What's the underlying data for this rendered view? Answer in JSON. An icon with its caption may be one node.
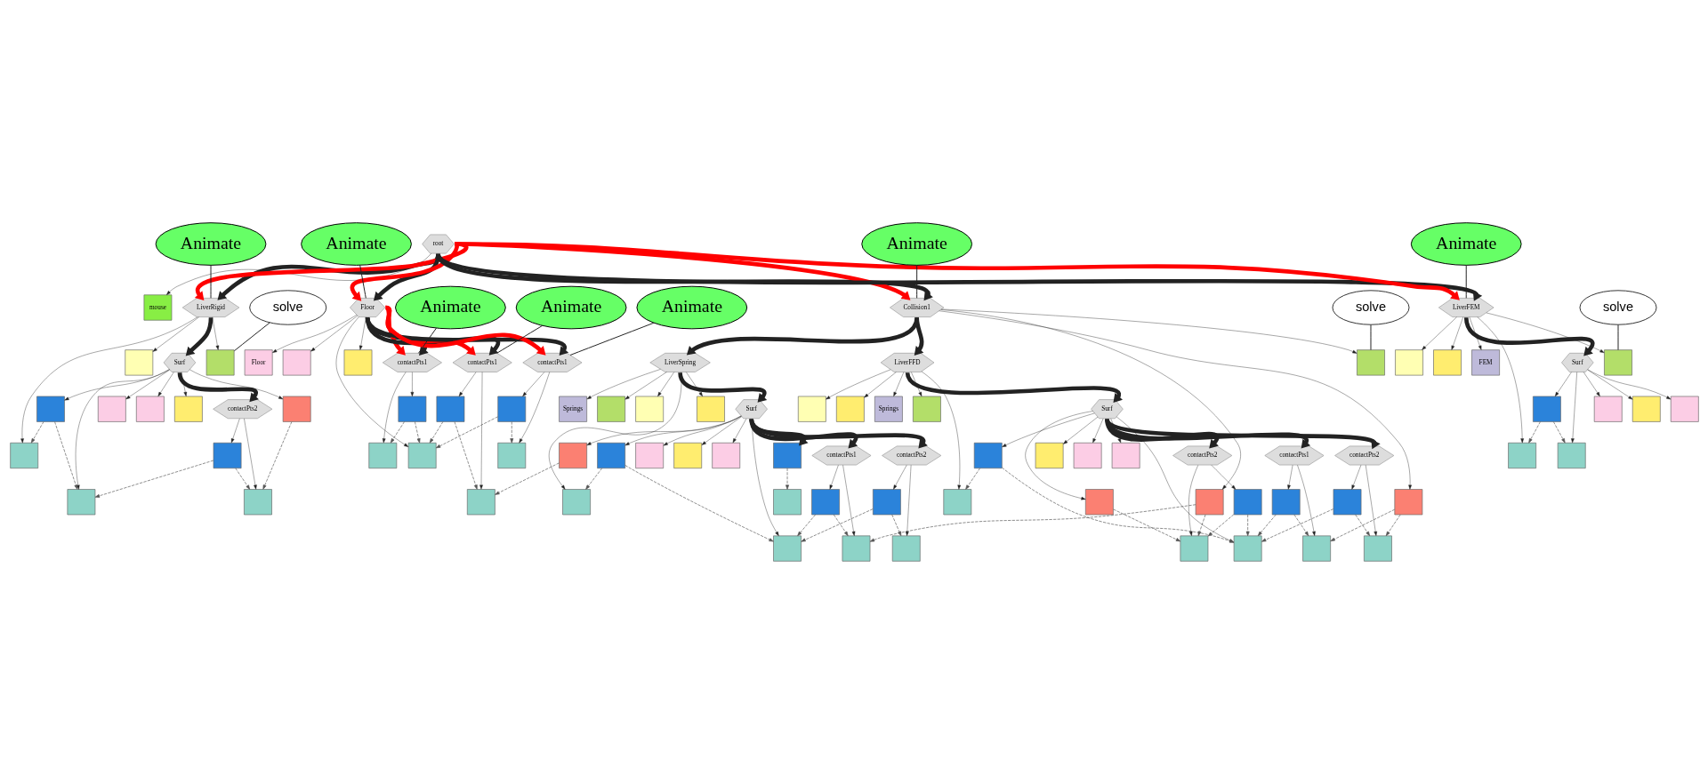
{
  "diagram": {
    "nodes": [
      {
        "text": [
          "root"
        ]
      },
      {
        "text": [
          "mouse"
        ]
      },
      {
        "text": [
          "LiverRigid"
        ]
      },
      {
        "text": [
          "Floor"
        ]
      },
      {
        "text": [
          "Collision1"
        ]
      },
      {
        "text": [
          "LiverFEM"
        ]
      },
      {
        "text": [
          "Animate"
        ]
      },
      {
        "text": [
          "Animate"
        ]
      },
      {
        "text": [
          "Animate"
        ]
      },
      {
        "text": [
          "Animate"
        ]
      },
      {
        "text": [],
        "shape": "box"
      },
      {
        "text": [],
        "shape": "box"
      },
      {
        "text": [],
        "shape": "box"
      },
      {
        "text": [
          "solve"
        ]
      },
      {
        "text": [
          "Surf"
        ]
      },
      {
        "text": [],
        "shape": "box"
      },
      {
        "text": [],
        "shape": "box"
      },
      {
        "text": [],
        "shape": "box"
      },
      {
        "text": [],
        "shape": "box"
      },
      {
        "text": [],
        "shape": "box"
      },
      {
        "text": [
          "contactPts2"
        ]
      },
      {
        "text": [],
        "shape": "box"
      },
      {
        "text": [],
        "shape": "box"
      },
      {
        "text": [],
        "shape": "box"
      },
      {
        "text": [
          "Floor"
        ]
      },
      {
        "text": [],
        "shape": "box"
      },
      {
        "text": [],
        "shape": "box"
      },
      {
        "text": [],
        "shape": "box"
      },
      {
        "text": [
          "contactPts1"
        ]
      },
      {
        "text": [
          "contactPts1"
        ]
      },
      {
        "text": [
          "contactPts1"
        ]
      },
      {
        "text": [],
        "shape": "box"
      },
      {
        "text": [],
        "shape": "box"
      },
      {
        "text": [],
        "shape": "box"
      },
      {
        "text": [],
        "shape": "box"
      },
      {
        "text": [],
        "shape": "box"
      },
      {
        "text": [],
        "shape": "box"
      },
      {
        "text": [
          "Animate"
        ]
      },
      {
        "text": [
          "Animate"
        ]
      },
      {
        "text": [
          "Animate"
        ]
      },
      {
        "text": [],
        "shape": "box"
      },
      {
        "text": [
          "solve"
        ]
      },
      {
        "text": [
          "LiverSpring"
        ]
      },
      {
        "text": [
          "LiverFFD"
        ]
      },
      {
        "text": [],
        "shape": "box"
      },
      {
        "text": [],
        "shape": "box"
      },
      {
        "text": [
          "Springs"
        ]
      },
      {
        "text": [],
        "shape": "box"
      },
      {
        "text": [],
        "shape": "box"
      },
      {
        "text": [],
        "shape": "box"
      },
      {
        "text": [],
        "shape": "box"
      },
      {
        "text": [
          "Surf"
        ]
      },
      {
        "text": [],
        "shape": "box"
      },
      {
        "text": [],
        "shape": "box"
      },
      {
        "text": [],
        "shape": "box"
      },
      {
        "text": [],
        "shape": "box"
      },
      {
        "text": [],
        "shape": "box"
      },
      {
        "text": [],
        "shape": "box"
      },
      {
        "text": [],
        "shape": "box"
      },
      {
        "text": [
          "contactPts1"
        ]
      },
      {
        "text": [],
        "shape": "box"
      },
      {
        "text": [],
        "shape": "box"
      },
      {
        "text": [
          "contactPts2"
        ]
      },
      {
        "text": [],
        "shape": "box"
      },
      {
        "text": [],
        "shape": "box"
      },
      {
        "text": [],
        "shape": "box"
      },
      {
        "text": [],
        "shape": "box"
      },
      {
        "text": [],
        "shape": "box"
      },
      {
        "text": [
          "Springs"
        ]
      },
      {
        "text": [],
        "shape": "box"
      },
      {
        "text": [],
        "shape": "box"
      },
      {
        "text": [
          "Surf"
        ]
      },
      {
        "text": [],
        "shape": "box"
      },
      {
        "text": [],
        "shape": "box"
      },
      {
        "text": [],
        "shape": "box"
      },
      {
        "text": [],
        "shape": "box"
      },
      {
        "text": [],
        "shape": "box"
      },
      {
        "text": [],
        "shape": "box"
      },
      {
        "text": [
          "contactPts2"
        ]
      },
      {
        "text": [],
        "shape": "box"
      },
      {
        "text": [
          "contactPts1"
        ]
      },
      {
        "text": [],
        "shape": "box"
      },
      {
        "text": [
          "contactPts2"
        ]
      },
      {
        "text": [],
        "shape": "box"
      },
      {
        "text": [],
        "shape": "box"
      },
      {
        "text": [],
        "shape": "box"
      },
      {
        "text": [],
        "shape": "box"
      },
      {
        "text": [],
        "shape": "box"
      },
      {
        "text": [],
        "shape": "box"
      },
      {
        "text": [
          "FEM"
        ]
      },
      {
        "text": [],
        "shape": "box"
      },
      {
        "text": [],
        "shape": "box"
      },
      {
        "text": [
          "solve"
        ]
      },
      {
        "text": [
          "Surf"
        ]
      },
      {
        "text": [],
        "shape": "box"
      },
      {
        "text": [],
        "shape": "box"
      },
      {
        "text": [],
        "shape": "box"
      },
      {
        "text": [],
        "shape": "box"
      },
      {
        "text": [],
        "shape": "box"
      }
    ],
    "edges": [
      {
        "from": 0,
        "to": 1,
        "arrow": "to"
      },
      {
        "from": 0,
        "to": 2,
        "arrow": "to",
        "style": "thick"
      },
      {
        "from": 0,
        "to": 3,
        "arrow": "to",
        "style": "thick"
      },
      {
        "from": 0,
        "to": 4,
        "arrow": "to",
        "style": "thick"
      },
      {
        "from": 0,
        "to": 5,
        "arrow": "to",
        "style": "thick"
      },
      {
        "from": 0,
        "to": 2,
        "arrow": "to",
        "style": "thick",
        "color": "#ff0000"
      },
      {
        "from": 0,
        "to": 3,
        "arrow": "to",
        "style": "thick",
        "color": "#ff0000"
      },
      {
        "from": 0,
        "to": 4,
        "arrow": "to",
        "style": "thick",
        "color": "#ff0000"
      },
      {
        "from": 0,
        "to": 5,
        "arrow": "to",
        "style": "thick",
        "color": "#ff0000"
      },
      {
        "from": 6,
        "to": 2,
        "arrow": "none"
      },
      {
        "from": 7,
        "to": 3,
        "arrow": "none"
      },
      {
        "from": 8,
        "to": 4,
        "arrow": "none"
      },
      {
        "from": 9,
        "to": 5,
        "arrow": "none"
      },
      {
        "from": 2,
        "to": 10,
        "arrow": "to"
      },
      {
        "from": 2,
        "to": 11,
        "arrow": "to"
      },
      {
        "from": 2,
        "to": 12,
        "arrow": "to"
      },
      {
        "from": 2,
        "to": 14,
        "arrow": "to",
        "style": "thick"
      },
      {
        "from": 13,
        "to": 12,
        "arrow": "none"
      },
      {
        "from": 14,
        "to": 15,
        "arrow": "to"
      },
      {
        "from": 14,
        "to": 16,
        "arrow": "to"
      },
      {
        "from": 14,
        "to": 17,
        "arrow": "to"
      },
      {
        "from": 14,
        "to": 18,
        "arrow": "to"
      },
      {
        "from": 14,
        "to": 19,
        "arrow": "to"
      },
      {
        "from": 14,
        "to": 20,
        "arrow": "to",
        "style": "thick"
      },
      {
        "from": 14,
        "to": 21,
        "arrow": "to"
      },
      {
        "from": 15,
        "to": 10,
        "arrow": "to",
        "style": "dashed"
      },
      {
        "from": 15,
        "to": 16,
        "arrow": "to",
        "style": "dashed"
      },
      {
        "from": 20,
        "to": 22,
        "arrow": "to"
      },
      {
        "from": 22,
        "to": 16,
        "arrow": "to",
        "style": "dashed"
      },
      {
        "from": 20,
        "to": 23,
        "arrow": "to"
      },
      {
        "from": 22,
        "to": 23,
        "arrow": "to",
        "style": "dashed"
      },
      {
        "from": 21,
        "to": 23,
        "arrow": "to",
        "style": "dashed"
      },
      {
        "from": 3,
        "to": 24,
        "arrow": "to"
      },
      {
        "from": 3,
        "to": 25,
        "arrow": "to"
      },
      {
        "from": 3,
        "to": 26,
        "arrow": "to"
      },
      {
        "from": 3,
        "to": 27,
        "arrow": "to"
      },
      {
        "from": 3,
        "to": 28,
        "arrow": "to",
        "style": "thick"
      },
      {
        "from": 3,
        "to": 29,
        "arrow": "to",
        "style": "thick"
      },
      {
        "from": 3,
        "to": 30,
        "arrow": "to",
        "style": "thick"
      },
      {
        "from": 3,
        "to": 28,
        "arrow": "to",
        "style": "thick",
        "color": "#ff0000"
      },
      {
        "from": 3,
        "to": 29,
        "arrow": "to",
        "style": "thick",
        "color": "#ff0000"
      },
      {
        "from": 3,
        "to": 30,
        "arrow": "to",
        "style": "thick",
        "color": "#ff0000"
      },
      {
        "from": 28,
        "to": 31,
        "arrow": "to"
      },
      {
        "from": 29,
        "to": 32,
        "arrow": "to"
      },
      {
        "from": 30,
        "to": 33,
        "arrow": "to"
      },
      {
        "from": 28,
        "to": 34,
        "arrow": "to"
      },
      {
        "from": 29,
        "to": 35,
        "arrow": "to"
      },
      {
        "from": 30,
        "to": 36,
        "arrow": "to"
      },
      {
        "from": 31,
        "to": 26,
        "arrow": "to",
        "style": "dashed"
      },
      {
        "from": 32,
        "to": 26,
        "arrow": "to",
        "style": "dashed"
      },
      {
        "from": 33,
        "to": 26,
        "arrow": "to",
        "style": "dashed"
      },
      {
        "from": 31,
        "to": 34,
        "arrow": "to",
        "style": "dashed"
      },
      {
        "from": 32,
        "to": 35,
        "arrow": "to",
        "style": "dashed"
      },
      {
        "from": 33,
        "to": 36,
        "arrow": "to",
        "style": "dashed"
      },
      {
        "from": 37,
        "to": 28,
        "arrow": "none"
      },
      {
        "from": 38,
        "to": 29,
        "arrow": "none"
      },
      {
        "from": 39,
        "to": 30,
        "arrow": "none"
      },
      {
        "from": 4,
        "to": 40,
        "arrow": "to"
      },
      {
        "from": 41,
        "to": 40,
        "arrow": "none"
      },
      {
        "from": 4,
        "to": 42,
        "arrow": "to",
        "style": "thick"
      },
      {
        "from": 4,
        "to": 43,
        "arrow": "to",
        "style": "thick"
      },
      {
        "from": 4,
        "to": 44,
        "arrow": "to"
      },
      {
        "from": 4,
        "to": 45,
        "arrow": "to"
      },
      {
        "from": 42,
        "to": 46,
        "arrow": "to"
      },
      {
        "from": 42,
        "to": 47,
        "arrow": "to"
      },
      {
        "from": 42,
        "to": 48,
        "arrow": "to"
      },
      {
        "from": 42,
        "to": 49,
        "arrow": "to"
      },
      {
        "from": 42,
        "to": 50,
        "arrow": "to"
      },
      {
        "from": 42,
        "to": 51,
        "arrow": "to",
        "style": "thick"
      },
      {
        "from": 51,
        "to": 52,
        "arrow": "to"
      },
      {
        "from": 51,
        "to": 53,
        "arrow": "to"
      },
      {
        "from": 51,
        "to": 54,
        "arrow": "to"
      },
      {
        "from": 51,
        "to": 55,
        "arrow": "to"
      },
      {
        "from": 51,
        "to": 56,
        "arrow": "to"
      },
      {
        "from": 51,
        "to": 57,
        "arrow": "to"
      },
      {
        "from": 51,
        "to": 58,
        "arrow": "to",
        "style": "thick"
      },
      {
        "from": 51,
        "to": 59,
        "arrow": "to",
        "style": "thick"
      },
      {
        "from": 51,
        "to": 62,
        "arrow": "to",
        "style": "thick"
      },
      {
        "from": 52,
        "to": 49,
        "arrow": "to",
        "style": "dashed"
      },
      {
        "from": 52,
        "to": 57,
        "arrow": "to",
        "style": "dashed"
      },
      {
        "from": 59,
        "to": 60,
        "arrow": "to"
      },
      {
        "from": 62,
        "to": 61,
        "arrow": "to"
      },
      {
        "from": 60,
        "to": 57,
        "arrow": "to",
        "style": "dashed"
      },
      {
        "from": 61,
        "to": 57,
        "arrow": "to",
        "style": "dashed"
      },
      {
        "from": 59,
        "to": 64,
        "arrow": "to"
      },
      {
        "from": 62,
        "to": 65,
        "arrow": "to"
      },
      {
        "from": 60,
        "to": 64,
        "arrow": "to",
        "style": "dashed"
      },
      {
        "from": 61,
        "to": 65,
        "arrow": "to",
        "style": "dashed"
      },
      {
        "from": 58,
        "to": 63,
        "arrow": "to",
        "style": "dashed"
      },
      {
        "from": 53,
        "to": 35,
        "arrow": "to",
        "style": "dashed"
      },
      {
        "from": 44,
        "to": 64,
        "arrow": "to",
        "style": "dashed"
      },
      {
        "from": 44,
        "to": 84,
        "arrow": "to",
        "style": "dashed"
      },
      {
        "from": 45,
        "to": 85,
        "arrow": "to",
        "style": "dashed"
      },
      {
        "from": 45,
        "to": 86,
        "arrow": "to",
        "style": "dashed"
      },
      {
        "from": 43,
        "to": 66,
        "arrow": "to"
      },
      {
        "from": 43,
        "to": 67,
        "arrow": "to"
      },
      {
        "from": 43,
        "to": 68,
        "arrow": "to"
      },
      {
        "from": 43,
        "to": 69,
        "arrow": "to"
      },
      {
        "from": 43,
        "to": 70,
        "arrow": "to"
      },
      {
        "from": 43,
        "to": 71,
        "arrow": "to",
        "style": "thick"
      },
      {
        "from": 71,
        "to": 72,
        "arrow": "to"
      },
      {
        "from": 71,
        "to": 73,
        "arrow": "to"
      },
      {
        "from": 71,
        "to": 74,
        "arrow": "to"
      },
      {
        "from": 71,
        "to": 75,
        "arrow": "to"
      },
      {
        "from": 71,
        "to": 76,
        "arrow": "to"
      },
      {
        "from": 71,
        "to": 77,
        "arrow": "to"
      },
      {
        "from": 71,
        "to": 78,
        "arrow": "to",
        "style": "thick"
      },
      {
        "from": 71,
        "to": 80,
        "arrow": "to",
        "style": "thick"
      },
      {
        "from": 71,
        "to": 82,
        "arrow": "to",
        "style": "thick"
      },
      {
        "from": 72,
        "to": 70,
        "arrow": "to",
        "style": "dashed"
      },
      {
        "from": 72,
        "to": 77,
        "arrow": "to",
        "style": "dashed"
      },
      {
        "from": 78,
        "to": 79,
        "arrow": "to"
      },
      {
        "from": 80,
        "to": 81,
        "arrow": "to"
      },
      {
        "from": 82,
        "to": 83,
        "arrow": "to"
      },
      {
        "from": 78,
        "to": 84,
        "arrow": "to"
      },
      {
        "from": 80,
        "to": 85,
        "arrow": "to"
      },
      {
        "from": 82,
        "to": 86,
        "arrow": "to"
      },
      {
        "from": 79,
        "to": 77,
        "arrow": "to",
        "style": "dashed"
      },
      {
        "from": 81,
        "to": 77,
        "arrow": "to",
        "style": "dashed"
      },
      {
        "from": 83,
        "to": 77,
        "arrow": "to",
        "style": "dashed"
      },
      {
        "from": 79,
        "to": 84,
        "arrow": "to",
        "style": "dashed"
      },
      {
        "from": 81,
        "to": 85,
        "arrow": "to",
        "style": "dashed"
      },
      {
        "from": 83,
        "to": 86,
        "arrow": "to",
        "style": "dashed"
      },
      {
        "from": 73,
        "to": 84,
        "arrow": "to",
        "style": "dashed"
      },
      {
        "from": 5,
        "to": 87,
        "arrow": "to"
      },
      {
        "from": 5,
        "to": 88,
        "arrow": "to"
      },
      {
        "from": 5,
        "to": 89,
        "arrow": "to"
      },
      {
        "from": 5,
        "to": 90,
        "arrow": "to"
      },
      {
        "from": 5,
        "to": 91,
        "arrow": "to"
      },
      {
        "from": 5,
        "to": 93,
        "arrow": "to",
        "style": "thick"
      },
      {
        "from": 92,
        "to": 90,
        "arrow": "none"
      },
      {
        "from": 93,
        "to": 94,
        "arrow": "to"
      },
      {
        "from": 93,
        "to": 95,
        "arrow": "to"
      },
      {
        "from": 93,
        "to": 96,
        "arrow": "to"
      },
      {
        "from": 93,
        "to": 97,
        "arrow": "to"
      },
      {
        "from": 93,
        "to": 98,
        "arrow": "to"
      },
      {
        "from": 94,
        "to": 91,
        "arrow": "to",
        "style": "dashed"
      },
      {
        "from": 94,
        "to": 95,
        "arrow": "to",
        "style": "dashed"
      }
    ]
  }
}
